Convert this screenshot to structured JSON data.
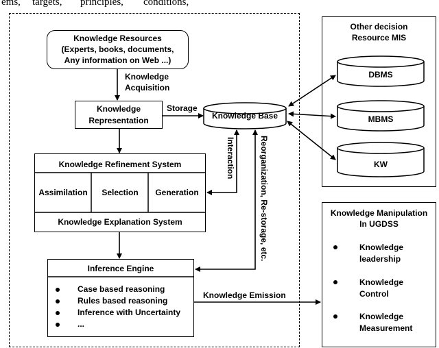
{
  "top_fragment": [
    "ems,",
    "targets,",
    "principles,",
    "conditions,"
  ],
  "knowledge_resources": {
    "title": "Knowledge Resources",
    "lines": [
      "(Experts, books, documents,",
      "Any information on Web ...)"
    ]
  },
  "knowledge_acquisition": [
    "Knowledge",
    "Acquisition"
  ],
  "knowledge_representation": [
    "Knowledge",
    "Representation"
  ],
  "storage_label": "Storage",
  "knowledge_base": "Knowledge Base",
  "interaction_label": "Interaction",
  "reorganization_label": "Reorganization, Re-storage, etc.",
  "refinement": {
    "title": "Knowledge Refinement System",
    "cells": [
      "Assimilation",
      "Selection",
      "Generation"
    ],
    "footer": "Knowledge Explanation System"
  },
  "inference": {
    "title": "Inference Engine",
    "items": [
      "Case based reasoning",
      "Rules based reasoning",
      "Inference with Uncertainty",
      "..."
    ]
  },
  "knowledge_emission": "Knowledge Emission",
  "other_mis": {
    "title": [
      "Other decision",
      "Resource MIS"
    ],
    "items": [
      "DBMS",
      "MBMS",
      "KW"
    ]
  },
  "manipulation": {
    "title": [
      "Knowledge Manipulation",
      "In UGDSS"
    ],
    "items": [
      [
        "Knowledge",
        "leadership"
      ],
      [
        "Knowledge",
        "Control"
      ],
      [
        "Knowledge",
        "Measurement"
      ]
    ]
  }
}
